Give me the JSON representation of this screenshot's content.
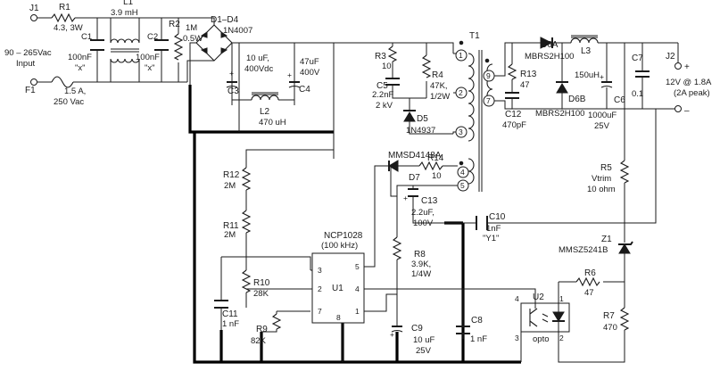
{
  "connectors": {
    "j1": "J1",
    "j2": "J2",
    "plus": "+",
    "minus": "–"
  },
  "input": {
    "line1": "90 – 265Vac",
    "line2": "Input"
  },
  "output": {
    "line1": "12V @ 1.8A",
    "line2": "(2A peak)"
  },
  "components": {
    "R1": {
      "ref": "R1",
      "value": "4.3, 3W"
    },
    "L1": {
      "ref": "L1",
      "value": "3.9 mH"
    },
    "C1": {
      "ref": "C1",
      "value": "100nF",
      "extra": "\"x\""
    },
    "C2": {
      "ref": "C2",
      "value": "100nF",
      "extra": "\"x\""
    },
    "R2": {
      "ref": "R2",
      "value": "1M",
      "extra": "0.5W"
    },
    "D1D4": {
      "ref": "D1–D4",
      "value": "1N4007"
    },
    "F1": {
      "ref": "F1",
      "value": "1.5 A,",
      "extra": "250 Vac"
    },
    "C3": {
      "ref": "C3",
      "value": "10 uF,",
      "extra": "400Vdc"
    },
    "C4": {
      "ref": "C4",
      "value": "47uF",
      "extra": "400V"
    },
    "L2": {
      "ref": "L2",
      "value": "470 uH"
    },
    "R3": {
      "ref": "R3",
      "value": "10"
    },
    "R4": {
      "ref": "R4",
      "value": "47K,",
      "extra": "1/2W"
    },
    "C5": {
      "ref": "C5",
      "value": "2.2nF",
      "extra": "2 kV"
    },
    "D5": {
      "ref": "D5",
      "value": "1N4937"
    },
    "T1": {
      "ref": "T1"
    },
    "R13": {
      "ref": "R13",
      "value": "47"
    },
    "C12": {
      "ref": "C12",
      "value": "470pF"
    },
    "D6A": {
      "ref": "D6A",
      "value": "MBRS2H100"
    },
    "D6B": {
      "ref": "D6B",
      "value": "MBRS2H100"
    },
    "L3": {
      "ref": "L3",
      "value": "150uH"
    },
    "C6": {
      "ref": "C6",
      "value": "1000uF",
      "extra": "25V"
    },
    "C7": {
      "ref": "C7",
      "value": "0.1"
    },
    "R12": {
      "ref": "R12",
      "value": "2M"
    },
    "R11": {
      "ref": "R11",
      "value": "2M"
    },
    "D7": {
      "ref": "D7",
      "value": "MMSD4148A"
    },
    "R14": {
      "ref": "R14",
      "value": "10"
    },
    "C13": {
      "ref": "C13",
      "value": "2.2uF,",
      "extra": "100V"
    },
    "C10": {
      "ref": "C10",
      "value": "1nF",
      "extra": "\"Y1\""
    },
    "R5": {
      "ref": "R5",
      "value": "Vtrim",
      "extra": "10 ohm"
    },
    "Z1": {
      "ref": "Z1",
      "value": "MMSZ5241B"
    },
    "U1": {
      "ref": "U1",
      "part": "NCP1028",
      "freq": "(100 kHz)"
    },
    "R8": {
      "ref": "R8",
      "value": "3.9K,",
      "extra": "1/4W"
    },
    "R10": {
      "ref": "R10",
      "value": "28K"
    },
    "C11": {
      "ref": "C11",
      "value": "1 nF"
    },
    "R9": {
      "ref": "R9",
      "value": "82K"
    },
    "C9": {
      "ref": "C9",
      "value": "10 uF",
      "extra": "25V"
    },
    "C8": {
      "ref": "C8",
      "value": "1 nF"
    },
    "U2": {
      "ref": "U2",
      "value": "opto"
    },
    "R6": {
      "ref": "R6",
      "value": "47"
    },
    "R7": {
      "ref": "R7",
      "value": "470"
    }
  },
  "pins": {
    "t1": [
      "1",
      "2",
      "3",
      "4",
      "5",
      "9",
      "7"
    ],
    "u1": [
      "3",
      "2",
      "7",
      "5",
      "4",
      "1",
      "8"
    ],
    "u2": [
      "4",
      "3",
      "1",
      "2"
    ]
  }
}
